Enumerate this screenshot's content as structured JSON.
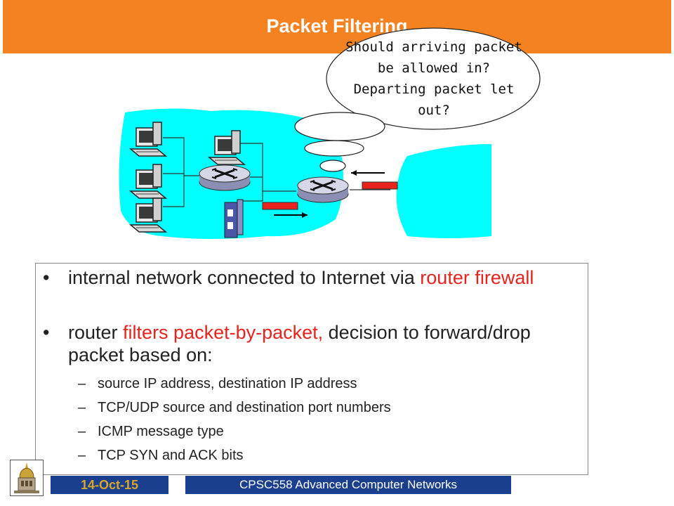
{
  "slide": {
    "title": "Packet Filtering",
    "bubble_text": "Should arriving packet be allowed in? Departing packet let out?",
    "bullets": [
      {
        "segments": [
          {
            "text": "internal network connected to Internet via ",
            "color": "#222222"
          },
          {
            "text": "router firewall",
            "color": "#e8231e"
          }
        ]
      },
      {
        "segments": [
          {
            "text": "router ",
            "color": "#222222"
          },
          {
            "text": "filters packet-by-packet,",
            "color": "#e8231e"
          },
          {
            "text": " decision to forward/drop packet based on:",
            "color": "#222222"
          }
        ]
      }
    ],
    "sub_bullets": [
      "source IP address, destination IP address",
      "TCP/UDP source and destination port numbers",
      "ICMP message type",
      "TCP SYN and ACK bits"
    ],
    "footer": {
      "date": "14-Oct-15",
      "course": "CPSC558 Advanced Computer Networks"
    }
  },
  "colors": {
    "title_bar": "#f58220",
    "network_cloud": "#00ffff",
    "packet": "#e8231e",
    "footer": "#1a3f8f",
    "footer_date_text": "#d8a62a"
  },
  "icons": [
    "computer-icon",
    "router-icon",
    "server-icon",
    "packet-icon",
    "arrow-icon",
    "logo-icon"
  ]
}
